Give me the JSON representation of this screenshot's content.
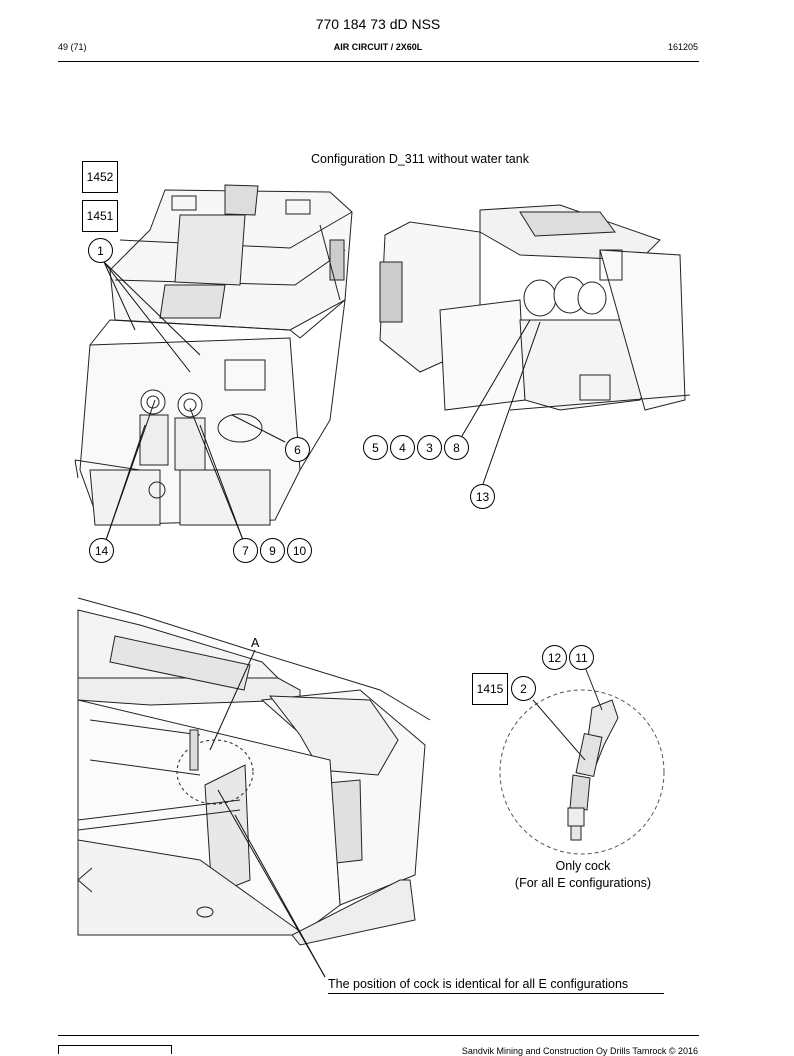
{
  "header": {
    "doc_number": "770 184 73 dD NSS",
    "page": "49 (71)",
    "section": "AIR CIRCUIT / 2X60L",
    "date_code": "161205"
  },
  "figure_top": {
    "title": "Configuration D_311 without water tank",
    "ref_boxes": [
      "1452",
      "1451"
    ],
    "callouts": {
      "c1": "1",
      "c6": "6",
      "c5": "5",
      "c4": "4",
      "c3": "3",
      "c8": "8",
      "c13": "13",
      "c14": "14",
      "c7": "7",
      "c9": "9",
      "c10": "10"
    }
  },
  "figure_bottom": {
    "label_a": "A",
    "ref_box": "1415",
    "callouts": {
      "c2": "2",
      "c12": "12",
      "c11": "11"
    },
    "detail_caption_line1": "Only cock",
    "detail_caption_line2": "(For all E configurations)",
    "position_note": "The position of cock is identical for all E configurations"
  },
  "footer": {
    "copyright": "Sandvik Mining and Construction Oy Drills Tamrock © 2016"
  }
}
